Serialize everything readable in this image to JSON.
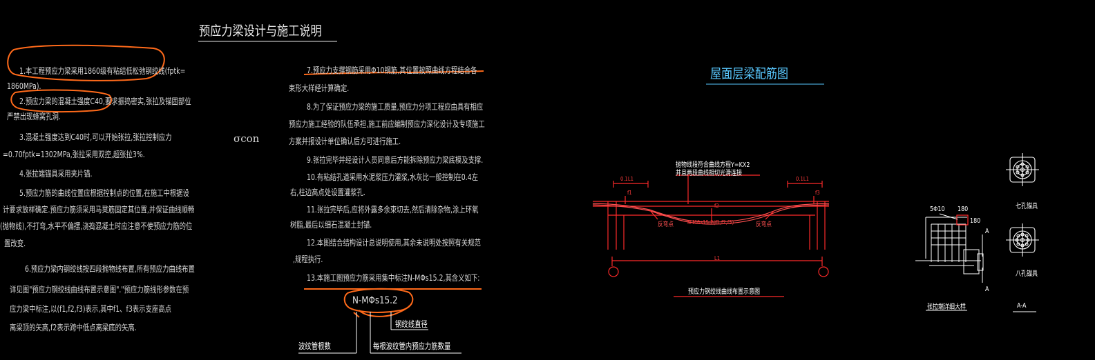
{
  "left_panel": {
    "title": "预应力梁设计与施工说明",
    "notes": [
      "1.本工程预应力梁采用1860级有粘结低松弛钢绞线(fptk=",
      "1860MPa).",
      "2.预应力梁的混凝土强度C40,要求振捣密实,张拉及锚固部位",
      "严禁出现蜂窝孔洞.",
      "3.混凝土强度达到C40时,可以开始张拉,张拉控制应力",
      "=0.70fptk=1302MPa,张拉采用双控,超张拉3%.",
      "4.张拉端锚具采用夹片锚.",
      "5.预应力筋的曲线位置应根据控制点的位置,在施工中根据设",
      "计要求放样确定.预应力筋须采用马凳筋固定其位置,并保证曲线顺畅",
      "(抛物线),不打弯,水平不偏摆,浇捣混凝土时应注意不使预应力筋的位",
      "置改变.",
      "6.预应力梁内钢绞线按四段抛物线布置,所有预应力曲线布置",
      "详见图\"预应力钢绞线曲线布置示意图\".\"预应力筋线形参数在预",
      "应力梁中标注,以(f1,f2,f3)表示,其中f1、f3表示支座高点",
      "离梁顶的矢高,f2表示跨中低点离梁底的矢高."
    ],
    "sigma_label": "σcon"
  },
  "middle_notes": [
    "7.预应力支撑钢筋采用Φ10钢筋,其位置按照曲线方程结合各",
    "束形大样经计算确定.",
    "8.为了保证预应力梁的施工质量,预应力分项工程应由具有相应",
    "预应力施工经验的队伍承担,施工前应编制预应力深化设计及专项施工",
    "方案并报设计单位确认后方可进行施工.",
    "9.张拉完毕并经设计人员同意后方能拆除预应力梁底模及支撑.",
    "10.有粘结孔道采用水泥浆压力灌浆,水灰比一般控制在0.4左",
    "右,柱边高点处设置灌浆孔.",
    "11.张拉完毕后,应将外露多余束切去,然后清除杂物,涂上环氧",
    "树脂,最后以细石混凝土封锚.",
    "12.本图结合结构设计总说明使用,其余未说明处按照有关规范",
    ",规程执行.",
    "13.本施工图预应力筋采用集中标注N-MΦs15.2,其含义如下:"
  ],
  "notation": {
    "code": "N-MΦs15.2",
    "label_diameter": "钢绞线直径",
    "label_duct": "波纹管根数",
    "label_strands": "每根波纹管内预应力筋数量"
  },
  "right_panel": {
    "title": "屋面层梁配筋图",
    "curve_note_1": "抛物线段符合曲线方程Y=KX2",
    "curve_note_2": "并且两段曲线相切光滑连接",
    "dim_left": "0.1L1",
    "dim_right": "0.1L1",
    "f1": "f1",
    "f2": "f2",
    "f3": "f3",
    "span": "L1",
    "inflection_left": "反弯点",
    "inflection_right": "反弯点",
    "tendon_mark": "N-MΦs15.2(f1,f2,f3)",
    "caption": "预应力钢绞线曲线布置示意图",
    "anchor_spec": "5Φ10",
    "dim_180a": "180",
    "dim_180b": "180",
    "section_a1": "A",
    "section_a2": "A",
    "anchor_7": "七孔锚具",
    "anchor_8": "八孔锚具",
    "detail_caption": "张拉端详细大样",
    "section_caption": "A-A"
  },
  "colors": {
    "drawing_red": "#ff2a2a",
    "annotation_orange": "#ff6a1a",
    "title_cyan": "#59c8ff"
  }
}
